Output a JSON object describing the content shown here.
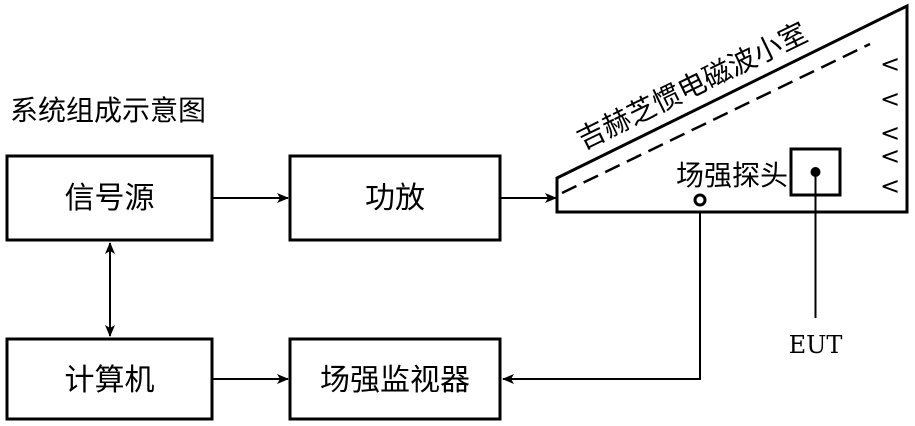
{
  "title": "系统组成示意图",
  "blocks": {
    "signal_source": "信号源",
    "power_amp": "功放",
    "computer": "计算机",
    "field_monitor": "场强监视器"
  },
  "chamber": {
    "label": "吉赫芝惯电磁波小室",
    "probe_label": "场强探头",
    "eut_label": "EUT",
    "absorber_glyph": "<"
  }
}
